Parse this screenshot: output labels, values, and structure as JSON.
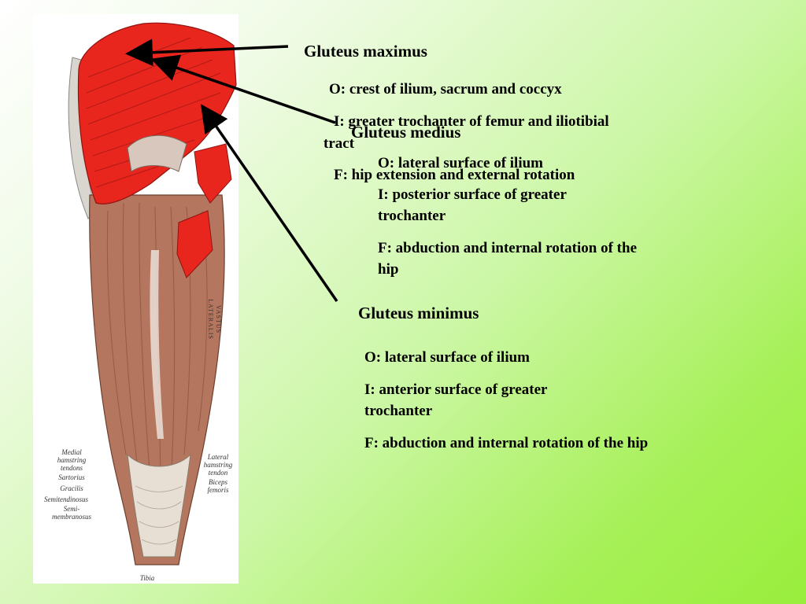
{
  "muscles": {
    "maximus": {
      "title": "Gluteus maximus",
      "origin": "O: crest of ilium, sacrum and coccyx",
      "insertion": "I: greater trochanter of femur and iliotibial",
      "insertion_cont": "tract",
      "function": "F: hip extension and external rotation"
    },
    "medius": {
      "title": "Gluteus medius",
      "origin": "O: lateral surface of ilium",
      "insertion": "I: posterior surface of greater trochanter",
      "function": "F: abduction and internal rotation of the hip"
    },
    "minimus": {
      "title": "Gluteus minimus",
      "origin": "O: lateral surface of ilium",
      "insertion": "I: anterior surface of greater trochanter",
      "function": "F: abduction and internal rotation of the hip"
    }
  },
  "figure_labels": {
    "left": [
      "Medial",
      "hamstring",
      "tendons",
      "Sartorius",
      "Gracilis",
      "Semitendinosus",
      "Semi-",
      "membranosus"
    ],
    "right": [
      "Lateral",
      "hamstring",
      "tendon",
      "Biceps",
      "femoris"
    ],
    "vastus": "VASTUS LATERALIS",
    "tibia": "Tibia"
  },
  "colors": {
    "muscle_red": "#e8261e",
    "muscle_brown": "#b4765f",
    "arrow": "#000000"
  }
}
